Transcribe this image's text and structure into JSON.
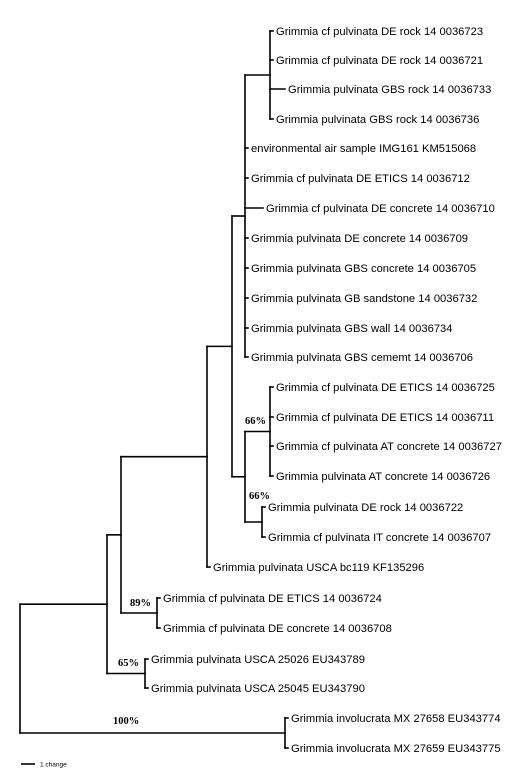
{
  "tips": [
    "Grimmia cf pulvinata DE rock 14 0036723",
    "Grimmia cf pulvinata DE rock 14 0036721",
    "Grimmia pulvinata GBS rock 14 0036733",
    "Grimmia pulvinata GBS rock 14 0036736",
    "environmental air sample IMG161 KM515068",
    "Grimmia cf pulvinata DE ETICS 14 0036712",
    "Grimmia cf pulvinata DE concrete 14 0036710",
    "Grimmia pulvinata DE concrete 14 0036709",
    "Grimmia pulvinata GBS concrete 14 0036705",
    "Grimmia pulvinata GB sandstone 14 0036732",
    "Grimmia pulvinata GBS wall 14 0036734",
    "Grimmia pulvinata GBS cememt 14 0036706",
    "Grimmia cf pulvinata DE ETICS 14 0036725",
    "Grimmia cf pulvinata DE ETICS 14 0036711",
    "Grimmia cf pulvinata AT concrete 14 0036727",
    "Grimmia pulvinata AT concrete 14 0036726",
    "Grimmia pulvinata DE rock 14 0036722",
    "Grimmia cf pulvinata IT concrete 14 0036707",
    "Grimmia pulvinata USCA bc119 KF135296",
    "Grimmia cf pulvinata DE ETICS 14 0036724",
    "Grimmia cf pulvinata DE concrete 14 0036708",
    "Grimmia pulvinata USCA 25026 EU343789",
    "Grimmia pulvinata USCA 25045 EU343790",
    "Grimmia involucrata MX 27658 EU343774",
    "Grimmia involucrata MX 27659 EU343775"
  ],
  "support_labels": [
    "66%",
    "66%",
    "89%",
    "65%",
    "100%"
  ],
  "scale_bar_label": "1 change",
  "colors": {
    "line": "#000000",
    "text": "#000000",
    "background": "#ffffff"
  }
}
